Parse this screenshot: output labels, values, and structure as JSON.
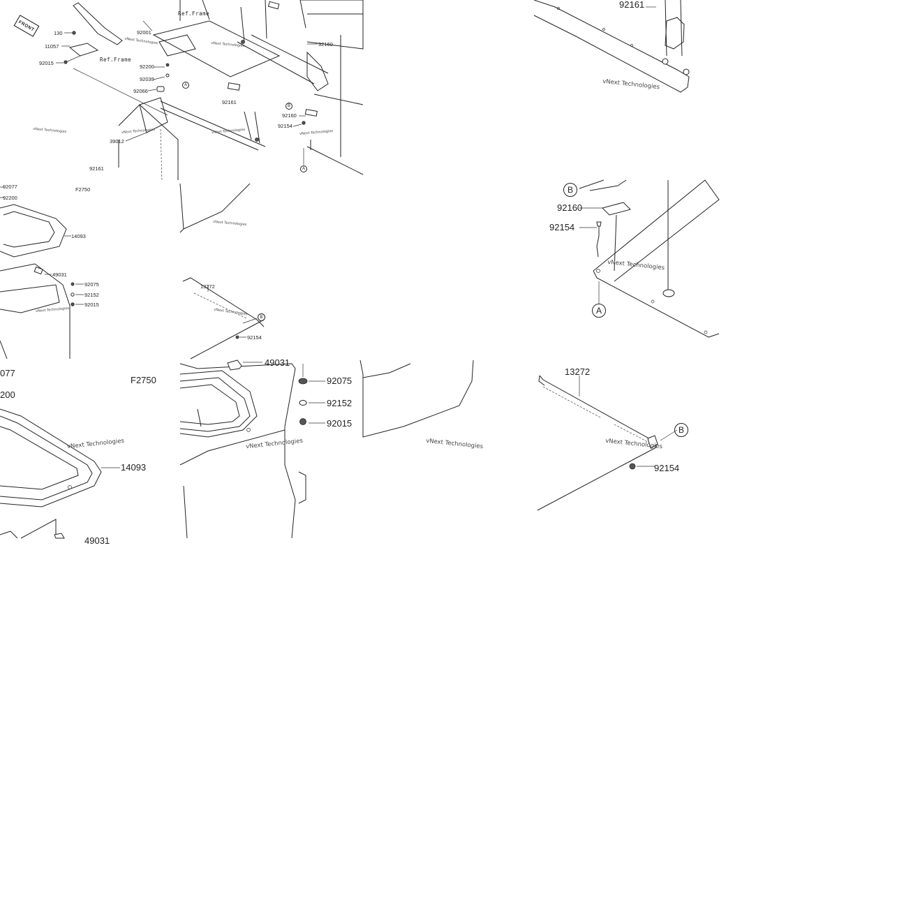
{
  "front_badge": "FRONT",
  "fig_code": "F2750",
  "watermark": "vNext Technologies",
  "ref_frame": "Ref.Frame",
  "overview": {
    "p130": "130",
    "p11057": "11057",
    "p92015": "92015",
    "p92001": "92001",
    "p92200": "92200",
    "p92039": "92039",
    "p92066": "92066",
    "p39012": "39012",
    "p92161a": "92161",
    "p92161b": "92161",
    "p92160a": "92160",
    "p92160b": "92160",
    "p92154": "92154",
    "p92077": "92077",
    "p92200b": "92200",
    "p14093": "14093",
    "p49031": "49031",
    "p92075": "92075",
    "p92152": "92152",
    "p92015b": "92015",
    "p13272": "13272",
    "p92154b": "92154",
    "callout_a": "A",
    "callout_b": "B",
    "callout_a2": "A",
    "callout_b2": "B"
  },
  "zoom_top_right": {
    "p92161": "92161"
  },
  "zoom_mid_right": {
    "callout_b": "B",
    "p92160": "92160",
    "p92154": "92154",
    "callout_a": "A"
  },
  "zoom_left": {
    "p92077": "077",
    "p92200": "200",
    "fig_code": "F2750",
    "p14093": "14093",
    "p49031": "49031"
  },
  "zoom_center": {
    "p49031": "49031",
    "p92075": "92075",
    "p92152": "92152",
    "p92015": "92015"
  },
  "zoom_bottom_right": {
    "p13272": "13272",
    "callout_b": "B",
    "p92154": "92154"
  }
}
